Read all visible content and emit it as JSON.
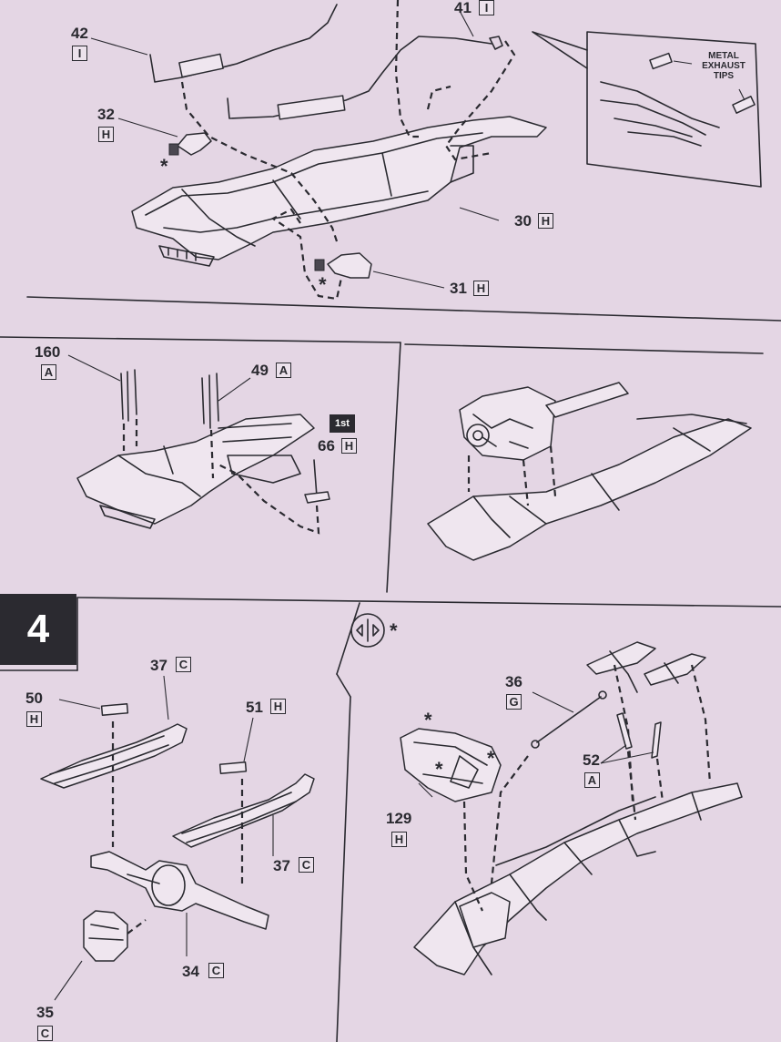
{
  "step": {
    "number": "4"
  },
  "section_top": {
    "parts": [
      {
        "num": "42",
        "letter": "I"
      },
      {
        "num": "41",
        "letter": "I"
      },
      {
        "num": "32",
        "letter": "H"
      },
      {
        "num": "30",
        "letter": "H"
      },
      {
        "num": "31",
        "letter": "H"
      }
    ],
    "inset_note": "METAL EXHAUST TIPS"
  },
  "section_middle": {
    "parts": [
      {
        "num": "160",
        "letter": "A"
      },
      {
        "num": "49",
        "letter": "A"
      },
      {
        "num": "66",
        "letter": "H"
      }
    ],
    "first_badge": "1st"
  },
  "section_bottom_left": {
    "parts": [
      {
        "num": "37",
        "letter": "C"
      },
      {
        "num": "50",
        "letter": "H"
      },
      {
        "num": "51",
        "letter": "H"
      },
      {
        "num": "37",
        "letter": "C"
      },
      {
        "num": "34",
        "letter": "C"
      },
      {
        "num": "35",
        "letter": "C"
      }
    ]
  },
  "section_bottom_right": {
    "parts": [
      {
        "num": "36",
        "letter": "G"
      },
      {
        "num": "52",
        "letter": "A"
      },
      {
        "num": "129",
        "letter": "H"
      }
    ],
    "symbol_icon": "mirror-both-sides-icon",
    "asterisk": "*"
  },
  "colors": {
    "paper": "#e4d6e4",
    "ink": "#2a2a30",
    "panel": "#2b2a30"
  }
}
